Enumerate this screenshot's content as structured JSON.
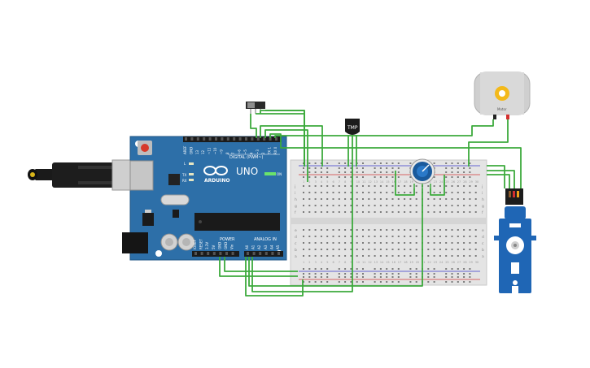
{
  "arduino": {
    "brand": "ARDUINO",
    "model": "UNO",
    "digital_header": "DIGITAL (PWM~)",
    "power_header": "POWER",
    "analog_header": "ANALOG IN",
    "led_l": "L",
    "led_tx": "TX",
    "led_rx": "RX",
    "led_on": "ON",
    "digital_pins": [
      "AREF",
      "GND",
      "13",
      "12",
      "~11",
      "~10",
      "~9",
      "8",
      "7",
      "~6",
      "~5",
      "4",
      "~3",
      "2",
      "TX 1",
      "RX 0"
    ],
    "power_pins": [
      "IOREF",
      "RESET",
      "3.3V",
      "5V",
      "GND",
      "GND",
      "Vin"
    ],
    "analog_pins": [
      "A0",
      "A1",
      "A2",
      "A3",
      "A4",
      "A5"
    ]
  },
  "sensor": {
    "label": "TMP"
  },
  "motor": {
    "label": "Motor"
  },
  "breadboard": {
    "row_letters_top": [
      "j",
      "i",
      "h",
      "g",
      "f"
    ],
    "row_letters_bottom": [
      "e",
      "d",
      "c",
      "b",
      "a"
    ],
    "columns": [
      "1",
      "2",
      "3",
      "4",
      "5",
      "6",
      "7",
      "8",
      "9",
      "10",
      "11",
      "12",
      "13",
      "14",
      "15",
      "16",
      "17",
      "18",
      "19",
      "20",
      "21",
      "22",
      "23",
      "24",
      "25",
      "26",
      "27",
      "28",
      "29",
      "30"
    ]
  },
  "colors": {
    "board": "#2d6fa8",
    "wire": "#3caa3c",
    "breadboard": "#e4e4e4",
    "servo": "#1f66b5",
    "pot_knob": "#1a5a9c"
  }
}
